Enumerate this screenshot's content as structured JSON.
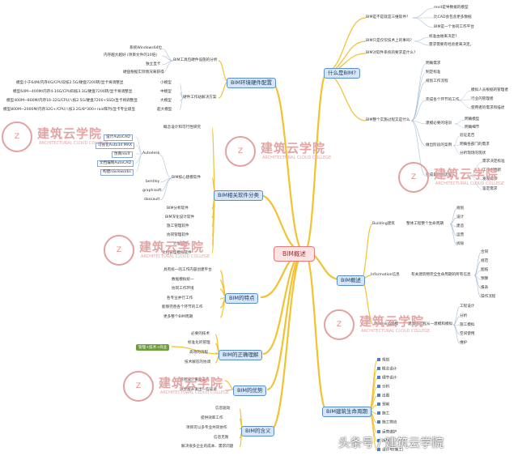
{
  "center": "BIM概述",
  "branches": {
    "what": {
      "title": "什么是BIM?",
      "q1": "BIM是不是就是三维软件?",
      "q1_items": [
        "revit是导数据的模型",
        "比CAD会包含更多数据",
        "BIM是一个协同工作平台"
      ],
      "q2": "BIM只是仅仅技术上的事吗?",
      "q2_items": [
        "标准由谁来决定?",
        "需求需要有经验者来决定。"
      ],
      "q3": "BIM对软件系统的要求是什么?",
      "q4": "BIM整个实施过程又是什么",
      "q4_items": [
        "明确需求",
        "制定标准",
        "规划工作流程",
        "完成各个环节的工作",
        "建模必要的培训",
        "做出阶段的案例",
        "完成最后的流程"
      ],
      "q4_sub1": [
        "模拟人员根据的管理者",
        "行业的管理者",
        "使用者的需求和描述"
      ],
      "q4_sub2": [
        "明确模型",
        "明确细节"
      ],
      "q4_sub3": [
        "验证是否",
        "明确各部门的需求",
        "分析现场的现状"
      ],
      "q4_sub4": [
        "需求决定标准",
        "工作中更新",
        "发现需求",
        "鉴定需求"
      ]
    },
    "env": {
      "title": "BIM环境硬件配置",
      "hw": "BIM工具包硬件设施的分析",
      "hw_items": [
        "系统Windows64位",
        "内存越大越好 (项目文件的10倍)",
        "独立显卡",
        "硬盘根据实际情况来获得"
      ],
      "plan": "硬件工作站解决方案",
      "tiers": [
        {
          "level": "小模型",
          "spec": "模型小于64M/内存4G/CPU双核2.5G/硬盘7200转/显卡将调整显"
        },
        {
          "level": "中模型",
          "spec": "模型64M~400M/内存4-16G/CPU四核3.3G/硬盘7200转/显卡将调整显"
        },
        {
          "level": "大模型",
          "spec": "模型400M~800M/内存16-32G/CPU八核2.5G/硬盘7200+SSD/显卡将调整显"
        },
        {
          "level": "超大模型",
          "spec": "模型800M~2000M/内存32G+/CPU八核3.2G/8*300+raid阵列/显卡专业级显"
        }
      ]
    },
    "software": {
      "title": "BIM相关软件分类",
      "s1": "概念设计和可行性研究",
      "core": "BIM核心建模软件",
      "autodesk": "Autodesk",
      "core_items": [
        "设计AutoCAD",
        "可视化Auto3d MAX",
        "仿真revit",
        "文档编制AutoCAD",
        "构建navisworks"
      ],
      "vendors": [
        "bentley",
        "graphisoft",
        "dassault"
      ],
      "others": [
        "BIM分析软件",
        "BIM深化设计软件",
        "施工管理软件",
        "协同管理软件",
        "计划软件",
        "文档管理模拟软件"
      ]
    },
    "features": {
      "title": "BIM的特点",
      "items": [
        "具有统一的工作内容创建平台",
        "数据模拟统一",
        "协同工作环境",
        "各专业并行工作",
        "能够完善各个环节的工作",
        "更多整个BIM周期"
      ]
    },
    "correct": {
      "title": "BIM的正确理解",
      "tag": "管理+技术+商业",
      "items": [
        "必要的技术",
        "标准化的管理",
        "高效的流程",
        "技术解答的协调"
      ]
    },
    "advantage": {
      "title": "BIM的优势",
      "items": [
        "逐项减少重复工作",
        "逐步能开发出一些成本"
      ]
    },
    "meaning": {
      "title": "BIM的含义",
      "items": [
        "信息驱动",
        "提供效率工作",
        "项目可以多专业共同协作",
        "信息无限",
        "解决很多企业的成本、需求问题"
      ]
    },
    "overview": {
      "title": "BIM概述",
      "building": "Building建筑",
      "building_life": "整体工程整个生命周期",
      "building_items": [
        "规划",
        "设计",
        "建造",
        "运营",
        "拆除"
      ],
      "info": "Information信息",
      "info_life": "有关建筑物完全生命周期的所有信息",
      "info_items": [
        "合同",
        "规范",
        "图纸",
        "预算",
        "报表",
        "操作流程"
      ],
      "modeling": "Modeling建模",
      "modeling_life": "建模的过程从一建模和模拟",
      "modeling_items": [
        "工程设计",
        "分析",
        "施工模拟",
        "空间使用",
        "维护"
      ]
    },
    "lifecycle": {
      "title": "BIM建筑生命周期",
      "items": [
        "规划",
        "概念设计",
        "细节设计",
        "分析",
        "出图",
        "预制",
        "施工",
        "施工物流",
        "运营维护",
        "拆除",
        "设计与(施工)"
      ]
    }
  },
  "watermark": {
    "cn": "建筑云学院",
    "en": "ARCHITECTURAL CLOUD COLLEGE"
  },
  "footer": "头条号 / 建筑云学院"
}
